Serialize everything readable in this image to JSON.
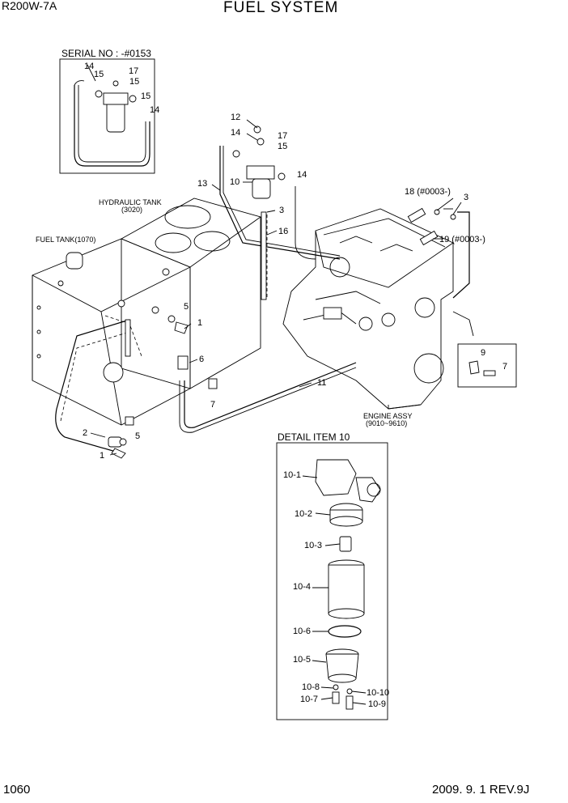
{
  "header": {
    "model": "R200W-7A",
    "title": "FUEL SYSTEM"
  },
  "footer": {
    "page_number": "1060",
    "revision": "2009. 9. 1  REV.9J"
  },
  "serial_box": {
    "title": "SERIAL NO : -#0153",
    "callouts": [
      "14",
      "15",
      "17",
      "15",
      "15",
      "14"
    ]
  },
  "main_callouts": {
    "c12": "12",
    "c14a": "14",
    "c17": "17",
    "c15": "15",
    "c14b": "14",
    "c13": "13",
    "c10": "10",
    "c3a": "3",
    "c16": "16",
    "c18": "18 (#0003-)",
    "c3b": "3",
    "c19": "19 (#0003-)",
    "c5a": "5",
    "c1a": "1",
    "c6": "6",
    "c7a": "7",
    "c11": "11",
    "c2": "2",
    "c5b": "5",
    "c1b": "1",
    "c9": "9",
    "c7b": "7"
  },
  "component_labels": {
    "hydraulic_tank": "HYDRAULIC TANK",
    "hydraulic_tank_code": "(3020)",
    "fuel_tank": "FUEL TANK(1070)",
    "engine_assy": "ENGINE ASSY",
    "engine_assy_code": "(9010~9610)"
  },
  "detail_box": {
    "title": "DETAIL ITEM 10",
    "items": {
      "d10_1": "10-1",
      "d10_2": "10-2",
      "d10_3": "10-3",
      "d10_4": "10-4",
      "d10_6": "10-6",
      "d10_5": "10-5",
      "d10_8": "10-8",
      "d10_10": "10-10",
      "d10_7": "10-7",
      "d10_9": "10-9"
    }
  }
}
